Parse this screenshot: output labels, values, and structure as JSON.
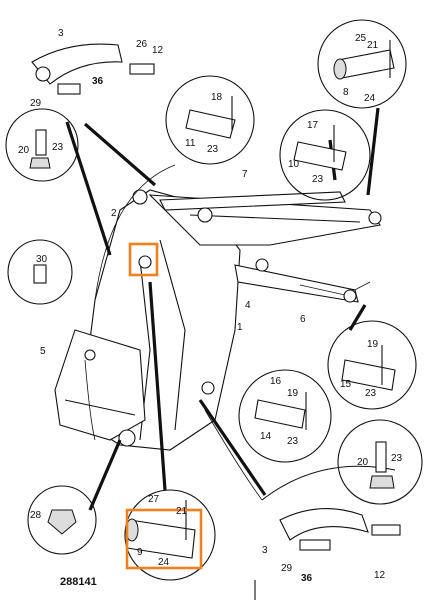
{
  "figure": {
    "id": "288141",
    "highlight_color": "#f07f1d",
    "callouts": {
      "c1": "1",
      "c2": "2",
      "c3a": "3",
      "c3b": "3",
      "c4": "4",
      "c5": "5",
      "c6": "6",
      "c7": "7",
      "c8": "8",
      "c9": "9",
      "c10": "10",
      "c11": "11",
      "c12a": "12",
      "c12b": "12",
      "c14": "14",
      "c15": "15",
      "c16": "16",
      "c17": "17",
      "c18": "18",
      "c19a": "19",
      "c19b": "19",
      "c20a": "20",
      "c20b": "20",
      "c21a": "21",
      "c21b": "21",
      "c23a": "23",
      "c23b": "23",
      "c23c": "23",
      "c23d": "23",
      "c23e": "23",
      "c23f": "23",
      "c24a": "24",
      "c24b": "24",
      "c25": "25",
      "c26": "26",
      "c27": "27",
      "c28": "28",
      "c29a": "29",
      "c29b": "29",
      "c30": "30",
      "c36a": "36",
      "c36b": "36"
    }
  }
}
